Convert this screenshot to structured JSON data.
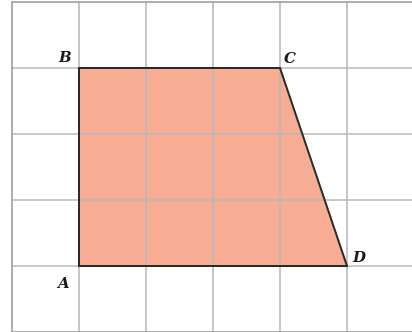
{
  "grid": {
    "columns": 6,
    "rows": 5,
    "line_color": "#b8b8b8",
    "border_color": "#9a9a9a"
  },
  "shape": {
    "fill_color": "#f6ad94",
    "edge_color": "#2b2b2b",
    "vertices": [
      {
        "label": "A",
        "col": 1,
        "row": 4
      },
      {
        "label": "B",
        "col": 1,
        "row": 1
      },
      {
        "label": "C",
        "col": 4,
        "row": 1
      },
      {
        "label": "D",
        "col": 5,
        "row": 4
      }
    ]
  }
}
